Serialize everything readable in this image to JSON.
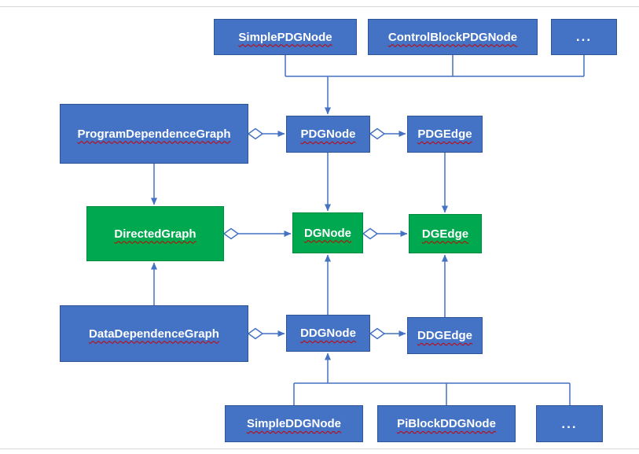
{
  "diagram": {
    "colors": {
      "blue": "#4472C4",
      "green": "#00A84F",
      "line": "#4472C4",
      "squiggle": "#CC0000"
    },
    "nodes": {
      "simplePDGNode": {
        "label": "SimplePDGNode",
        "color": "blue"
      },
      "controlBlockPDGNode": {
        "label": "ControlBlockPDGNode",
        "color": "blue"
      },
      "ellipsisTop": {
        "label": "...",
        "color": "blue"
      },
      "programDependenceGraph": {
        "label": "ProgramDependenceGraph",
        "color": "blue"
      },
      "pdgNode": {
        "label": "PDGNode",
        "color": "blue"
      },
      "pdgEdge": {
        "label": "PDGEdge",
        "color": "blue"
      },
      "directedGraph": {
        "label": "DirectedGraph",
        "color": "green"
      },
      "dgNode": {
        "label": "DGNode",
        "color": "green"
      },
      "dgEdge": {
        "label": "DGEdge",
        "color": "green"
      },
      "dataDependenceGraph": {
        "label": "DataDependenceGraph",
        "color": "blue"
      },
      "ddgNode": {
        "label": "DDGNode",
        "color": "blue"
      },
      "ddgEdge": {
        "label": "DDGEdge",
        "color": "blue"
      },
      "simpleDDGNode": {
        "label": "SimpleDDGNode",
        "color": "blue"
      },
      "piBlockDDGNode": {
        "label": "PiBlockDDGNode",
        "color": "blue"
      },
      "ellipsisBottom": {
        "label": "...",
        "color": "blue"
      }
    },
    "relationships": [
      {
        "from": "SimplePDGNode",
        "to": "PDGNode",
        "type": "inheritance"
      },
      {
        "from": "ControlBlockPDGNode",
        "to": "PDGNode",
        "type": "inheritance"
      },
      {
        "from": "... (top)",
        "to": "PDGNode",
        "type": "inheritance"
      },
      {
        "from": "ProgramDependenceGraph",
        "to": "PDGNode",
        "type": "aggregation"
      },
      {
        "from": "PDGNode",
        "to": "PDGEdge",
        "type": "aggregation"
      },
      {
        "from": "ProgramDependenceGraph",
        "to": "DirectedGraph",
        "type": "inheritance"
      },
      {
        "from": "PDGNode",
        "to": "DGNode",
        "type": "inheritance"
      },
      {
        "from": "PDGEdge",
        "to": "DGEdge",
        "type": "inheritance"
      },
      {
        "from": "DirectedGraph",
        "to": "DGNode",
        "type": "aggregation"
      },
      {
        "from": "DGNode",
        "to": "DGEdge",
        "type": "aggregation"
      },
      {
        "from": "DataDependenceGraph",
        "to": "DirectedGraph",
        "type": "inheritance"
      },
      {
        "from": "DDGNode",
        "to": "DGNode",
        "type": "inheritance"
      },
      {
        "from": "DDGEdge",
        "to": "DGEdge",
        "type": "inheritance"
      },
      {
        "from": "DataDependenceGraph",
        "to": "DDGNode",
        "type": "aggregation"
      },
      {
        "from": "DDGNode",
        "to": "DDGEdge",
        "type": "aggregation"
      },
      {
        "from": "SimpleDDGNode",
        "to": "DDGNode",
        "type": "inheritance"
      },
      {
        "from": "PiBlockDDGNode",
        "to": "DDGNode",
        "type": "inheritance"
      },
      {
        "from": "... (bottom)",
        "to": "DDGNode",
        "type": "inheritance"
      }
    ]
  }
}
